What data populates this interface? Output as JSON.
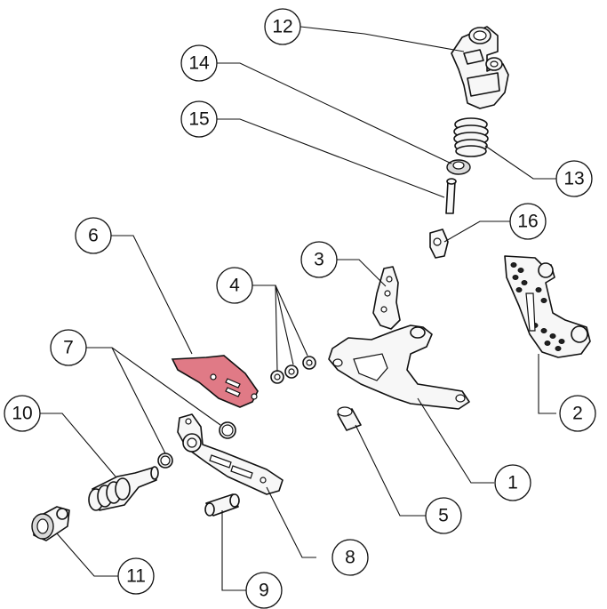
{
  "diagram": {
    "highlight_color": "#e07a86",
    "callouts": [
      {
        "id": "c1",
        "label": "1"
      },
      {
        "id": "c2",
        "label": "2"
      },
      {
        "id": "c3",
        "label": "3"
      },
      {
        "id": "c4",
        "label": "4"
      },
      {
        "id": "c5",
        "label": "5"
      },
      {
        "id": "c6",
        "label": "6"
      },
      {
        "id": "c7",
        "label": "7"
      },
      {
        "id": "c8",
        "label": "8"
      },
      {
        "id": "c9",
        "label": "9"
      },
      {
        "id": "c10",
        "label": "10"
      },
      {
        "id": "c11",
        "label": "11"
      },
      {
        "id": "c12",
        "label": "12"
      },
      {
        "id": "c13",
        "label": "13"
      },
      {
        "id": "c14",
        "label": "14"
      },
      {
        "id": "c15",
        "label": "15"
      },
      {
        "id": "c16",
        "label": "16"
      }
    ]
  }
}
